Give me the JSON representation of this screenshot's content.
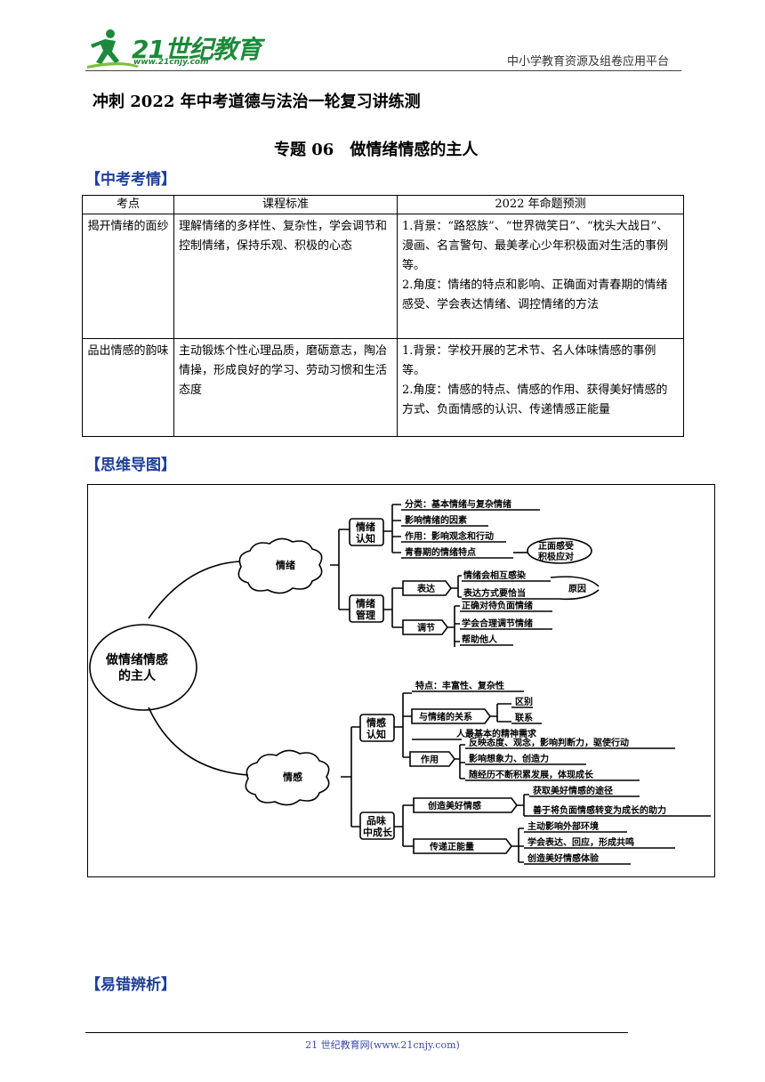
{
  "header": {
    "logo_text": "21世纪教育",
    "logo_url": "www.21cnjy.com",
    "right_text": "中小学教育资源及组卷应用平台"
  },
  "doc_title": "冲刺 2022 年中考道德与法治一轮复习讲练测",
  "subtitle": "专题 06　做情绪情感的主人",
  "sections": {
    "exam": "【中考考情】",
    "mindmap": "【思维导图】",
    "errors": "【易错辨析】"
  },
  "table": {
    "headers": [
      "考点",
      "课程标准",
      "2022 年命题预测"
    ],
    "rows": [
      {
        "point": "揭开情绪的面纱",
        "standard": "理解情绪的多样性、复杂性，学会调节和控制情绪，保持乐观、积极的心态",
        "predict_1": "1.背景：“路怒族”、“世界微笑日”、“枕头大战日”、漫画、名言警句、最美孝心少年积极面对生活的事例等。",
        "predict_2": "2.角度：情绪的特点和影响、正确面对青春期的情绪感受、学会表达情绪、调控情绪的方法"
      },
      {
        "point": "品出情感的韵味",
        "standard": "主动锻炼个性心理品质，磨砺意志，陶冶情操，形成良好的学习、劳动习惯和生活态度",
        "predict_1": "1.背景：学校开展的艺术节、名人体味情感的事例等。",
        "predict_2": "2.角度：情感的特点、情感的作用、获得美好情感的方式、负面情感的认识、传递情感正能量"
      }
    ]
  },
  "mindmap": {
    "root": [
      "做情绪情感",
      "的主人"
    ],
    "emotion": {
      "label": "情绪",
      "cognition": [
        "情绪",
        "认知"
      ],
      "cognition_items": [
        "分类：基本情绪与复杂情绪",
        "影响情绪的因素",
        "作用：影响观念和行动",
        "青春期的情绪特点"
      ],
      "adolescent_note": [
        "正面感受",
        "积极应对"
      ],
      "management": [
        "情绪",
        "管理"
      ],
      "express": "表达",
      "express_items": [
        "情绪会相互感染",
        "表达方式要恰当"
      ],
      "reason": "原因",
      "adjust": "调节",
      "adjust_items": [
        "正确对待负面情绪",
        "学会合理调节情绪",
        "帮助他人"
      ]
    },
    "feeling": {
      "label": "情感",
      "cognition": [
        "情感",
        "认知"
      ],
      "trait": "特点：丰富性、复杂性",
      "relation": "与情绪的关系",
      "relation_items": [
        "区别",
        "联系"
      ],
      "basic_need": "人最基本的精神需求",
      "effect": "作用",
      "effect_items": [
        "反映态度、观念，影响判断力，驱使行动",
        "影响想象力、创造力",
        "随经历不断积累发展，体现成长"
      ],
      "grow": [
        "品味",
        "中成长"
      ],
      "create": "创造美好情感",
      "create_items": [
        "获取美好情感的途径",
        "善于将负面情感转变为成长的助力"
      ],
      "spread": "传递正能量",
      "spread_items": [
        "主动影响外部环境",
        "学会表达、回应，形成共鸣",
        "创造美好情感体验"
      ]
    }
  },
  "footer": "21 世纪教育网(www.21cnjy.com)"
}
